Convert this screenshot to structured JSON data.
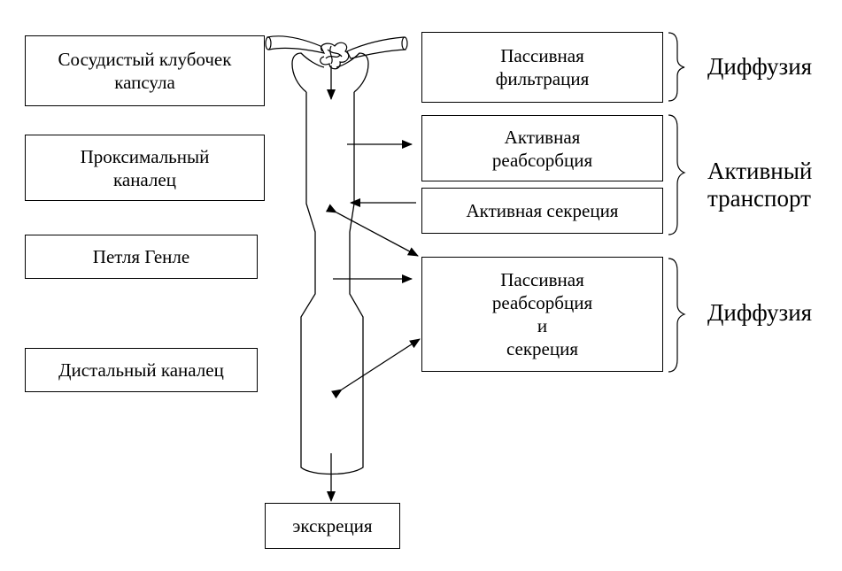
{
  "left_labels": {
    "glomerulus": "Сосудистый клубочек\nкапсула",
    "proximal": "Проксимальный\nканалец",
    "loop": "Петля   Генле",
    "distal": "Дистальный каналец"
  },
  "process_boxes": {
    "passive_filtration": "Пассивная\nфильтрация",
    "active_reabsorption": "Активная\nреабсорбция",
    "active_secretion": "Активная секреция",
    "passive_reab_secretion": "Пассивная\nреабсорбция\nи\nсекреция"
  },
  "group_labels": {
    "diffusion_top": "Диффузия",
    "active_transport": "Активный\nтранспорт",
    "diffusion_bottom": "Диффузия"
  },
  "bottom": {
    "excretion": "экскреция"
  }
}
